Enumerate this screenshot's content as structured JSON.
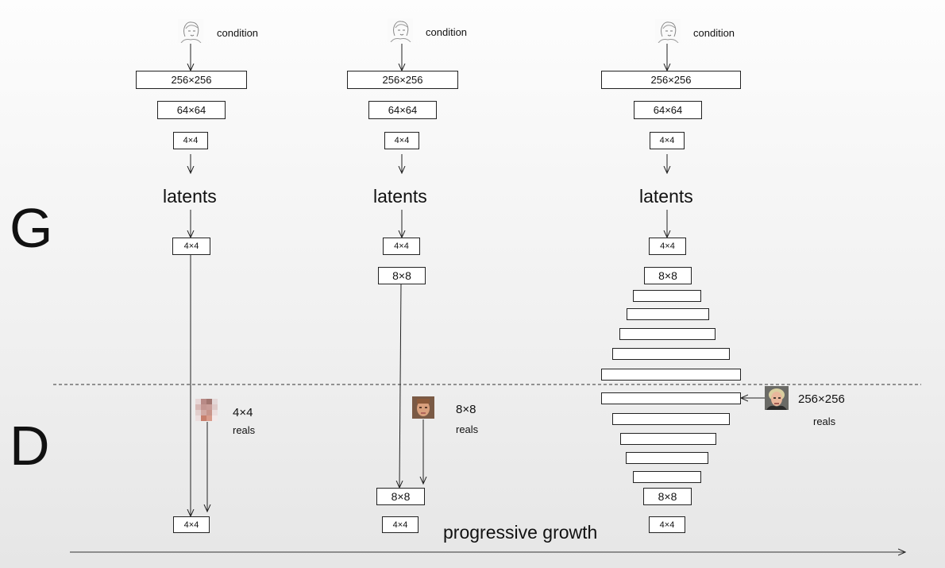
{
  "side_labels": {
    "generator": "G",
    "discriminator": "D"
  },
  "columns": [
    {
      "condition_label": "condition",
      "encoder": [
        "256×256",
        "64×64",
        "4×4"
      ],
      "latents_label": "latents",
      "generator_blocks": [
        "4×4"
      ],
      "real_size": "4×4",
      "real_word": "reals",
      "discriminator_blocks": [
        "4×4"
      ]
    },
    {
      "condition_label": "condition",
      "encoder": [
        "256×256",
        "64×64",
        "4×4"
      ],
      "latents_label": "latents",
      "generator_blocks": [
        "4×4",
        "8×8"
      ],
      "real_size": "8×8",
      "real_word": "reals",
      "discriminator_blocks": [
        "8×8",
        "4×4"
      ]
    },
    {
      "condition_label": "condition",
      "encoder": [
        "256×256",
        "64×64",
        "4×4"
      ],
      "latents_label": "latents",
      "generator_blocks": [
        "4×4",
        "8×8"
      ],
      "real_size": "256×256",
      "real_word": "reals",
      "discriminator_blocks": [
        "8×8",
        "4×4"
      ]
    }
  ],
  "growth_label": "progressive growth",
  "colors": {
    "line": "#222222",
    "box_fill": "#ffffff",
    "background": "#f1f1f1"
  }
}
